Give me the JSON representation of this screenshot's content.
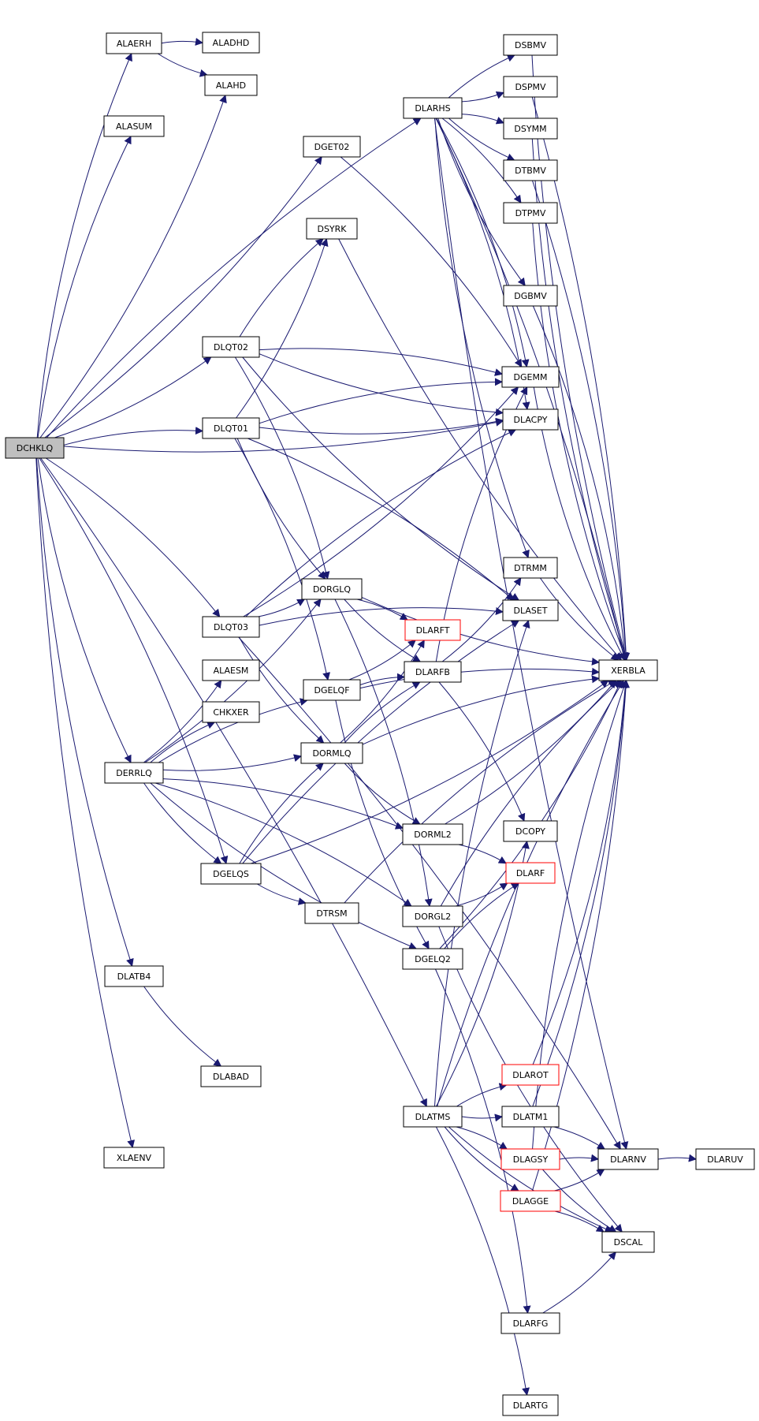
{
  "graph": {
    "nodes": [
      {
        "id": "DCHKLQ",
        "label": "DCHKLQ",
        "style": "root"
      },
      {
        "id": "ALAERH",
        "label": "ALAERH",
        "style": "normal"
      },
      {
        "id": "ALADHD",
        "label": "ALADHD",
        "style": "normal"
      },
      {
        "id": "ALAHD",
        "label": "ALAHD",
        "style": "normal"
      },
      {
        "id": "ALASUM",
        "label": "ALASUM",
        "style": "normal"
      },
      {
        "id": "DGET02",
        "label": "DGET02",
        "style": "normal"
      },
      {
        "id": "DSYRK",
        "label": "DSYRK",
        "style": "normal"
      },
      {
        "id": "DLARHS",
        "label": "DLARHS",
        "style": "normal"
      },
      {
        "id": "DSBMV",
        "label": "DSBMV",
        "style": "normal"
      },
      {
        "id": "DSPMV",
        "label": "DSPMV",
        "style": "normal"
      },
      {
        "id": "DSYMM",
        "label": "DSYMM",
        "style": "normal"
      },
      {
        "id": "DTBMV",
        "label": "DTBMV",
        "style": "normal"
      },
      {
        "id": "DTPMV",
        "label": "DTPMV",
        "style": "normal"
      },
      {
        "id": "DGBMV",
        "label": "DGBMV",
        "style": "normal"
      },
      {
        "id": "DGEMM",
        "label": "DGEMM",
        "style": "normal"
      },
      {
        "id": "DLACPY",
        "label": "DLACPY",
        "style": "normal"
      },
      {
        "id": "DLQT02",
        "label": "DLQT02",
        "style": "normal"
      },
      {
        "id": "DLQT01",
        "label": "DLQT01",
        "style": "normal"
      },
      {
        "id": "DTRMM",
        "label": "DTRMM",
        "style": "normal"
      },
      {
        "id": "DLASET",
        "label": "DLASET",
        "style": "normal"
      },
      {
        "id": "DORGLQ",
        "label": "DORGLQ",
        "style": "normal"
      },
      {
        "id": "DLQT03",
        "label": "DLQT03",
        "style": "normal"
      },
      {
        "id": "DLARFT",
        "label": "DLARFT",
        "style": "highlight"
      },
      {
        "id": "ALAESM",
        "label": "ALAESM",
        "style": "normal"
      },
      {
        "id": "DLARFB",
        "label": "DLARFB",
        "style": "normal"
      },
      {
        "id": "XERBLA",
        "label": "XERBLA",
        "style": "normal"
      },
      {
        "id": "DGELQF",
        "label": "DGELQF",
        "style": "normal"
      },
      {
        "id": "CHKXER",
        "label": "CHKXER",
        "style": "normal"
      },
      {
        "id": "DORMLQ",
        "label": "DORMLQ",
        "style": "normal"
      },
      {
        "id": "DERRLQ",
        "label": "DERRLQ",
        "style": "normal"
      },
      {
        "id": "DORML2",
        "label": "DORML2",
        "style": "normal"
      },
      {
        "id": "DCOPY",
        "label": "DCOPY",
        "style": "normal"
      },
      {
        "id": "DGELQS",
        "label": "DGELQS",
        "style": "normal"
      },
      {
        "id": "DLARF",
        "label": "DLARF",
        "style": "highlight"
      },
      {
        "id": "DTRSM",
        "label": "DTRSM",
        "style": "normal"
      },
      {
        "id": "DORGL2",
        "label": "DORGL2",
        "style": "normal"
      },
      {
        "id": "DGELQ2",
        "label": "DGELQ2",
        "style": "normal"
      },
      {
        "id": "DLATB4",
        "label": "DLATB4",
        "style": "normal"
      },
      {
        "id": "DLABAD",
        "label": "DLABAD",
        "style": "normal"
      },
      {
        "id": "DLAROT",
        "label": "DLAROT",
        "style": "highlight"
      },
      {
        "id": "DLATMS",
        "label": "DLATMS",
        "style": "normal"
      },
      {
        "id": "DLATM1",
        "label": "DLATM1",
        "style": "normal"
      },
      {
        "id": "DLAGSY",
        "label": "DLAGSY",
        "style": "highlight"
      },
      {
        "id": "DLARNV",
        "label": "DLARNV",
        "style": "normal"
      },
      {
        "id": "DLARUV",
        "label": "DLARUV",
        "style": "normal"
      },
      {
        "id": "XLAENV",
        "label": "XLAENV",
        "style": "normal"
      },
      {
        "id": "DLAGGE",
        "label": "DLAGGE",
        "style": "highlight"
      },
      {
        "id": "DSCAL",
        "label": "DSCAL",
        "style": "normal"
      },
      {
        "id": "DLARFG",
        "label": "DLARFG",
        "style": "normal"
      },
      {
        "id": "DLARTG",
        "label": "DLARTG",
        "style": "normal"
      }
    ],
    "edges": [
      {
        "from": "DCHKLQ",
        "to": "ALAERH"
      },
      {
        "from": "DCHKLQ",
        "to": "ALAHD"
      },
      {
        "from": "DCHKLQ",
        "to": "ALASUM"
      },
      {
        "from": "DCHKLQ",
        "to": "DGET02"
      },
      {
        "from": "DCHKLQ",
        "to": "DLARHS"
      },
      {
        "from": "DCHKLQ",
        "to": "DLQT02"
      },
      {
        "from": "DCHKLQ",
        "to": "DLQT01"
      },
      {
        "from": "DCHKLQ",
        "to": "DLACPY"
      },
      {
        "from": "DCHKLQ",
        "to": "DLQT03"
      },
      {
        "from": "DCHKLQ",
        "to": "DERRLQ"
      },
      {
        "from": "DCHKLQ",
        "to": "DGELQS"
      },
      {
        "from": "DCHKLQ",
        "to": "DLATB4"
      },
      {
        "from": "DCHKLQ",
        "to": "DLATMS"
      },
      {
        "from": "DCHKLQ",
        "to": "XLAENV"
      },
      {
        "from": "ALAERH",
        "to": "ALADHD"
      },
      {
        "from": "ALAERH",
        "to": "ALAHD"
      },
      {
        "from": "DGET02",
        "to": "DGEMM"
      },
      {
        "from": "DSYRK",
        "to": "XERBLA"
      },
      {
        "from": "DLARHS",
        "to": "DSBMV"
      },
      {
        "from": "DLARHS",
        "to": "DSPMV"
      },
      {
        "from": "DLARHS",
        "to": "DSYMM"
      },
      {
        "from": "DLARHS",
        "to": "DTBMV"
      },
      {
        "from": "DLARHS",
        "to": "DTPMV"
      },
      {
        "from": "DLARHS",
        "to": "DGBMV"
      },
      {
        "from": "DLARHS",
        "to": "DGEMM"
      },
      {
        "from": "DLARHS",
        "to": "DTRMM"
      },
      {
        "from": "DLARHS",
        "to": "DLACPY"
      },
      {
        "from": "DLARHS",
        "to": "DLARNV"
      },
      {
        "from": "DLARHS",
        "to": "XERBLA"
      },
      {
        "from": "DSBMV",
        "to": "XERBLA"
      },
      {
        "from": "DSPMV",
        "to": "XERBLA"
      },
      {
        "from": "DSYMM",
        "to": "XERBLA"
      },
      {
        "from": "DTBMV",
        "to": "XERBLA"
      },
      {
        "from": "DTPMV",
        "to": "XERBLA"
      },
      {
        "from": "DGBMV",
        "to": "XERBLA"
      },
      {
        "from": "DGEMM",
        "to": "XERBLA"
      },
      {
        "from": "DLQT02",
        "to": "DSYRK"
      },
      {
        "from": "DLQT02",
        "to": "DLACPY"
      },
      {
        "from": "DLQT02",
        "to": "DGEMM"
      },
      {
        "from": "DLQT02",
        "to": "DLASET"
      },
      {
        "from": "DLQT02",
        "to": "DORGLQ"
      },
      {
        "from": "DLQT01",
        "to": "DSYRK"
      },
      {
        "from": "DLQT01",
        "to": "DGEMM"
      },
      {
        "from": "DLQT01",
        "to": "DLACPY"
      },
      {
        "from": "DLQT01",
        "to": "DLASET"
      },
      {
        "from": "DLQT01",
        "to": "DORGLQ"
      },
      {
        "from": "DLQT01",
        "to": "DGELQF"
      },
      {
        "from": "DLQT03",
        "to": "DGEMM"
      },
      {
        "from": "DLQT03",
        "to": "DLACPY"
      },
      {
        "from": "DLQT03",
        "to": "DORGLQ"
      },
      {
        "from": "DLQT03",
        "to": "DLASET"
      },
      {
        "from": "DLQT03",
        "to": "DORMLQ"
      },
      {
        "from": "DLQT03",
        "to": "DLARNV"
      },
      {
        "from": "DTRMM",
        "to": "XERBLA"
      },
      {
        "from": "DORGLQ",
        "to": "DLARFT"
      },
      {
        "from": "DORGLQ",
        "to": "DLARFB"
      },
      {
        "from": "DORGLQ",
        "to": "DORGL2"
      },
      {
        "from": "DORGLQ",
        "to": "XERBLA"
      },
      {
        "from": "DLARFB",
        "to": "DGEMM"
      },
      {
        "from": "DLARFB",
        "to": "DTRMM"
      },
      {
        "from": "DLARFB",
        "to": "DCOPY"
      },
      {
        "from": "DGELQF",
        "to": "DLARFT"
      },
      {
        "from": "DGELQF",
        "to": "DLARFB"
      },
      {
        "from": "DGELQF",
        "to": "DGELQ2"
      },
      {
        "from": "DGELQF",
        "to": "XERBLA"
      },
      {
        "from": "DORMLQ",
        "to": "DLARFT"
      },
      {
        "from": "DORMLQ",
        "to": "DLARFB"
      },
      {
        "from": "DORMLQ",
        "to": "DORML2"
      },
      {
        "from": "DORMLQ",
        "to": "XERBLA"
      },
      {
        "from": "DERRLQ",
        "to": "ALAESM"
      },
      {
        "from": "DERRLQ",
        "to": "CHKXER"
      },
      {
        "from": "DERRLQ",
        "to": "DORMLQ"
      },
      {
        "from": "DERRLQ",
        "to": "DGELQF"
      },
      {
        "from": "DERRLQ",
        "to": "DORGLQ"
      },
      {
        "from": "DERRLQ",
        "to": "DORML2"
      },
      {
        "from": "DERRLQ",
        "to": "DGELQS"
      },
      {
        "from": "DERRLQ",
        "to": "DORGL2"
      },
      {
        "from": "DERRLQ",
        "to": "DGELQ2"
      },
      {
        "from": "DORML2",
        "to": "DLARF"
      },
      {
        "from": "DORML2",
        "to": "XERBLA"
      },
      {
        "from": "DGELQS",
        "to": "DORMLQ"
      },
      {
        "from": "DGELQS",
        "to": "DTRSM"
      },
      {
        "from": "DGELQS",
        "to": "DLASET"
      },
      {
        "from": "DGELQS",
        "to": "XERBLA"
      },
      {
        "from": "DTRSM",
        "to": "XERBLA"
      },
      {
        "from": "DORGL2",
        "to": "DLARF"
      },
      {
        "from": "DORGL2",
        "to": "XERBLA"
      },
      {
        "from": "DORGL2",
        "to": "DSCAL"
      },
      {
        "from": "DGELQ2",
        "to": "DLARF"
      },
      {
        "from": "DGELQ2",
        "to": "XERBLA"
      },
      {
        "from": "DGELQ2",
        "to": "DLARFG"
      },
      {
        "from": "DLATB4",
        "to": "DLABAD"
      },
      {
        "from": "DLATMS",
        "to": "DLAROT"
      },
      {
        "from": "DLATMS",
        "to": "DLATM1"
      },
      {
        "from": "DLATMS",
        "to": "DLAGSY"
      },
      {
        "from": "DLATMS",
        "to": "DLAGGE"
      },
      {
        "from": "DLATMS",
        "to": "DLASET"
      },
      {
        "from": "DLATMS",
        "to": "DCOPY"
      },
      {
        "from": "DLATMS",
        "to": "XERBLA"
      },
      {
        "from": "DLATMS",
        "to": "DSCAL"
      },
      {
        "from": "DLATMS",
        "to": "DLARTG"
      },
      {
        "from": "DLAROT",
        "to": "XERBLA"
      },
      {
        "from": "DLATM1",
        "to": "DLARNV"
      },
      {
        "from": "DLATM1",
        "to": "XERBLA"
      },
      {
        "from": "DLAGSY",
        "to": "DLARNV"
      },
      {
        "from": "DLAGSY",
        "to": "DSCAL"
      },
      {
        "from": "DLAGSY",
        "to": "XERBLA"
      },
      {
        "from": "DLAGGE",
        "to": "DLARNV"
      },
      {
        "from": "DLAGGE",
        "to": "DSCAL"
      },
      {
        "from": "DLAGGE",
        "to": "XERBLA"
      },
      {
        "from": "DLARNV",
        "to": "DLARUV"
      },
      {
        "from": "DLARFG",
        "to": "DSCAL"
      }
    ]
  }
}
